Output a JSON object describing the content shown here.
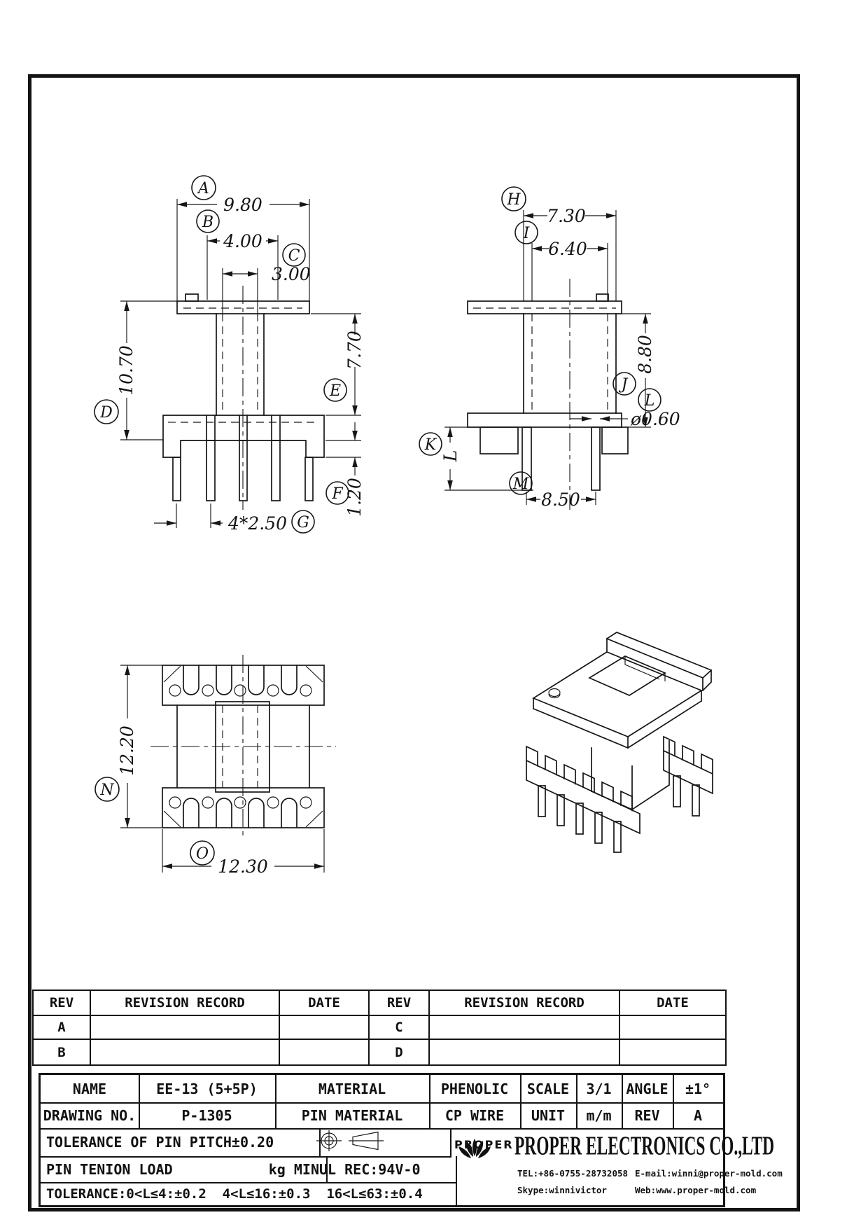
{
  "dims": {
    "A": {
      "letter": "A",
      "value": "9.80"
    },
    "B": {
      "letter": "B",
      "value": "4.00"
    },
    "C": {
      "letter": "C",
      "value": "3.00"
    },
    "D": {
      "letter": "D",
      "value": "10.70"
    },
    "E": {
      "letter": "E",
      "value": "7.70"
    },
    "F": {
      "letter": "F",
      "value": "1.20"
    },
    "G": {
      "letter": "G",
      "value": "4*2.50"
    },
    "H": {
      "letter": "H",
      "value": "7.30"
    },
    "I": {
      "letter": "I",
      "value": "6.40"
    },
    "J": {
      "letter": "J",
      "value": "8.80"
    },
    "K": {
      "letter": "K",
      "value": "L"
    },
    "L": {
      "letter": "L",
      "value": "ø0.60"
    },
    "M": {
      "letter": "M",
      "value": "8.50"
    },
    "N": {
      "letter": "N",
      "value": "12.20"
    },
    "O": {
      "letter": "O",
      "value": "12.30"
    }
  },
  "revision": {
    "headers": [
      "REV",
      "REVISION RECORD",
      "DATE",
      "REV",
      "REVISION RECORD",
      "DATE"
    ],
    "rows": [
      {
        "left_rev": "A",
        "left_record": "",
        "left_date": "",
        "right_rev": "C",
        "right_record": "",
        "right_date": ""
      },
      {
        "left_rev": "B",
        "left_record": "",
        "left_date": "",
        "right_rev": "D",
        "right_record": "",
        "right_date": ""
      }
    ]
  },
  "title_block": {
    "name_label": "NAME",
    "name_value": "EE-13 (5+5P)",
    "material_label": "MATERIAL",
    "material_value": "PHENOLIC",
    "scale_label": "SCALE",
    "scale_value": "3/1",
    "angle_label": "ANGLE",
    "angle_value": "±1°",
    "drawing_no_label": "DRAWING NO.",
    "drawing_no_value": "P-1305",
    "pin_material_label": "PIN MATERIAL",
    "pin_material_value": "CP WIRE",
    "unit_label": "UNIT",
    "unit_value": "m/m",
    "rev_label": "REV",
    "rev_value": "A",
    "pin_pitch_tolerance": "TOLERANCE OF PIN PITCH±0.20",
    "pin_tension_load": "PIN TENION LOAD",
    "kg_min": "kg MIN",
    "ul_rec": "UL REC:94V-0",
    "length_tolerance": "TOLERANCE:0<L≤4:±0.2  4<L≤16:±0.3  16<L≤63:±0.4"
  },
  "company": {
    "logo_text": "PROPER",
    "name": "PROPER ELECTRONICS CO.,LTD",
    "tel": "TEL:+86-0755-28732058",
    "email": "E-mail:winni@proper-mold.com",
    "skype": "Skype:winnivictor",
    "web": "Web:www.proper-mold.com"
  }
}
